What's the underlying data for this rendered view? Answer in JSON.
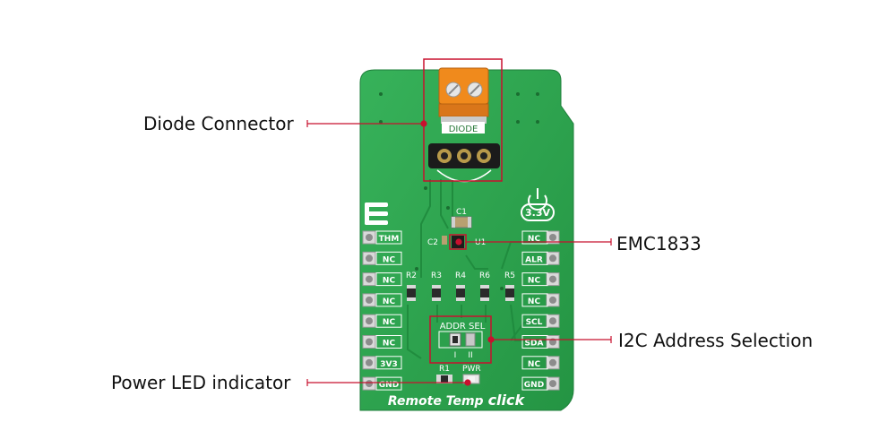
{
  "board": {
    "name": "Remote Temp",
    "brand_word": "click",
    "voltage_badge": "3.3V",
    "connector_label": "DIODE",
    "left_pins": [
      "THM",
      "NC",
      "NC",
      "NC",
      "NC",
      "NC",
      "3V3",
      "GND"
    ],
    "right_pins": [
      "NC",
      "ALR",
      "NC",
      "NC",
      "SCL",
      "SDA",
      "NC",
      "GND"
    ],
    "components": {
      "c1": "C1",
      "c2": "C2",
      "u1": "U1",
      "r2": "R2",
      "r3": "R3",
      "r4": "R4",
      "r6": "R6",
      "r5": "R5",
      "addr_sel": "ADDR SEL",
      "jumper_pos_1": "I",
      "jumper_pos_2": "II",
      "r1": "R1",
      "pwr": "PWR"
    }
  },
  "callouts": {
    "diode_connector": "Diode Connector",
    "emc1833": "EMC1833",
    "i2c_address_selection": "I2C Address Selection",
    "power_led_indicator": "Power LED indicator"
  },
  "colors": {
    "pcb_green": "#2fa84f",
    "callout_red": "#c8102e",
    "terminal_orange": "#f08a1c",
    "silkscreen": "#ffffff"
  }
}
